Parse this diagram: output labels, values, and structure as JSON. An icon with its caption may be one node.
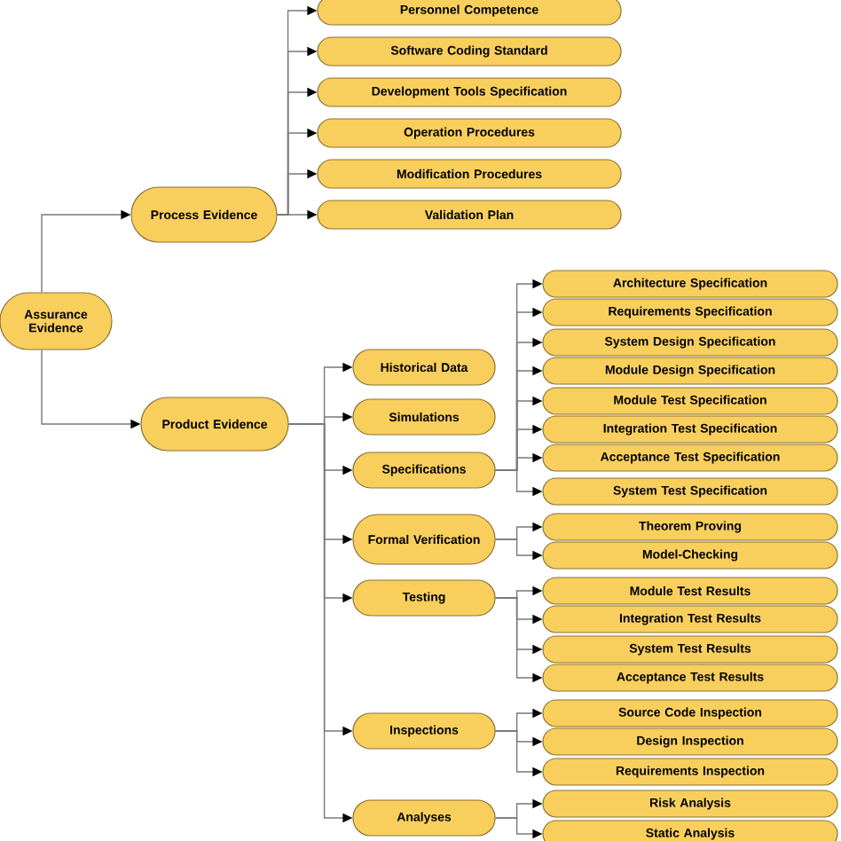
{
  "diagram": {
    "nodes": [
      {
        "text": [
          "Assurance Evidence"
        ]
      },
      {
        "text": [
          "Process Evidence"
        ]
      },
      {
        "text": [
          "Personnel Competence"
        ]
      },
      {
        "text": [
          "Software Coding Standard"
        ]
      },
      {
        "text": [
          "Development Tools Specification"
        ]
      },
      {
        "text": [
          "Operation Procedures"
        ]
      },
      {
        "text": [
          "Modification Procedures"
        ]
      },
      {
        "text": [
          "Validation Plan"
        ]
      },
      {
        "text": [
          "Product Evidence"
        ]
      },
      {
        "text": [
          "Historical Data"
        ]
      },
      {
        "text": [
          "Simulations"
        ]
      },
      {
        "text": [
          "Specifications"
        ]
      },
      {
        "text": [
          "Formal Verification"
        ]
      },
      {
        "text": [
          "Testing"
        ]
      },
      {
        "text": [
          "Inspections"
        ]
      },
      {
        "text": [
          "Analyses"
        ]
      },
      {
        "text": [
          "Architecture Specification"
        ]
      },
      {
        "text": [
          "Requirements Specification"
        ]
      },
      {
        "text": [
          "System Design Specification"
        ]
      },
      {
        "text": [
          "Module Design Specification"
        ]
      },
      {
        "text": [
          "Module Test Specification"
        ]
      },
      {
        "text": [
          "Integration Test Specification"
        ]
      },
      {
        "text": [
          "Acceptance Test Specification"
        ]
      },
      {
        "text": [
          "System Test Specification"
        ]
      },
      {
        "text": [
          "Theorem Proving"
        ]
      },
      {
        "text": [
          "Model-Checking"
        ]
      },
      {
        "text": [
          "Module Test Results"
        ]
      },
      {
        "text": [
          "Integration Test Results"
        ]
      },
      {
        "text": [
          "System Test Results"
        ]
      },
      {
        "text": [
          "Acceptance Test Results"
        ]
      },
      {
        "text": [
          "Source Code Inspection"
        ]
      },
      {
        "text": [
          "Design Inspection"
        ]
      },
      {
        "text": [
          "Requirements Inspection"
        ]
      },
      {
        "text": [
          "Risk Analysis"
        ]
      },
      {
        "text": [
          "Static Analysis"
        ]
      }
    ],
    "edges": [
      {
        "from": 0,
        "to": 1,
        "arrow": "to"
      },
      {
        "from": 0,
        "to": 8,
        "arrow": "to"
      },
      {
        "from": 1,
        "to": 2,
        "arrow": "to"
      },
      {
        "from": 1,
        "to": 3,
        "arrow": "to"
      },
      {
        "from": 1,
        "to": 4,
        "arrow": "to"
      },
      {
        "from": 1,
        "to": 5,
        "arrow": "to"
      },
      {
        "from": 1,
        "to": 6,
        "arrow": "to"
      },
      {
        "from": 1,
        "to": 7,
        "arrow": "to"
      },
      {
        "from": 8,
        "to": 9,
        "arrow": "to"
      },
      {
        "from": 8,
        "to": 10,
        "arrow": "to"
      },
      {
        "from": 8,
        "to": 11,
        "arrow": "to"
      },
      {
        "from": 8,
        "to": 12,
        "arrow": "to"
      },
      {
        "from": 8,
        "to": 13,
        "arrow": "to"
      },
      {
        "from": 8,
        "to": 14,
        "arrow": "to"
      },
      {
        "from": 8,
        "to": 15,
        "arrow": "to"
      },
      {
        "from": 11,
        "to": 16,
        "arrow": "to"
      },
      {
        "from": 11,
        "to": 17,
        "arrow": "to"
      },
      {
        "from": 11,
        "to": 18,
        "arrow": "to"
      },
      {
        "from": 11,
        "to": 19,
        "arrow": "to"
      },
      {
        "from": 11,
        "to": 20,
        "arrow": "to"
      },
      {
        "from": 11,
        "to": 21,
        "arrow": "to"
      },
      {
        "from": 11,
        "to": 22,
        "arrow": "to"
      },
      {
        "from": 11,
        "to": 23,
        "arrow": "to"
      },
      {
        "from": 12,
        "to": 24,
        "arrow": "to"
      },
      {
        "from": 12,
        "to": 25,
        "arrow": "to"
      },
      {
        "from": 13,
        "to": 26,
        "arrow": "to"
      },
      {
        "from": 13,
        "to": 27,
        "arrow": "to"
      },
      {
        "from": 13,
        "to": 28,
        "arrow": "to"
      },
      {
        "from": 13,
        "to": 29,
        "arrow": "to"
      },
      {
        "from": 14,
        "to": 30,
        "arrow": "to"
      },
      {
        "from": 14,
        "to": 31,
        "arrow": "to"
      },
      {
        "from": 14,
        "to": 32,
        "arrow": "to"
      },
      {
        "from": 15,
        "to": 33,
        "arrow": "to"
      },
      {
        "from": 15,
        "to": 34,
        "arrow": "to"
      }
    ]
  }
}
